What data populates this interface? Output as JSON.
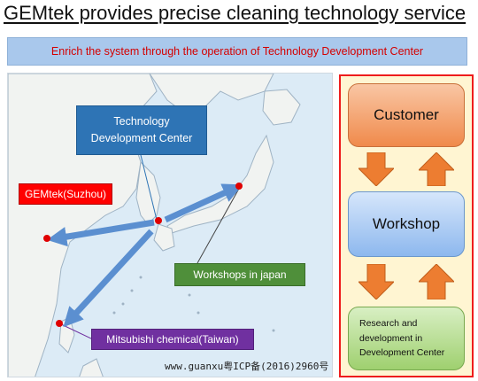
{
  "title": "GEMtek provides precise cleaning technology service",
  "banner": "Enrich the system through the operation of Technology Development Center",
  "map": {
    "tdc_line1": "Technology",
    "tdc_line2": "Development Center",
    "suzhou": "GEMtek(Suzhou)",
    "japan": "Workshops in japan",
    "taiwan": "Mitsubishi chemical(Taiwan)"
  },
  "panel": {
    "customer": "Customer",
    "workshop": "Workshop",
    "research": "Research and\ndevelopment in\nDevelopment Center"
  },
  "watermark": "www.guanxu粤ICP备(2016)2960号",
  "colors": {
    "title_underline": "#111111",
    "banner_bg": "#a9c8ec",
    "banner_text": "#d40000",
    "tdc": "#2e74b5",
    "suzhou": "#ff0000",
    "japan": "#4f8f3a",
    "taiwan": "#7030a0",
    "panel_border": "#ee1c1c",
    "arrow_orange": "#ed7d31"
  }
}
